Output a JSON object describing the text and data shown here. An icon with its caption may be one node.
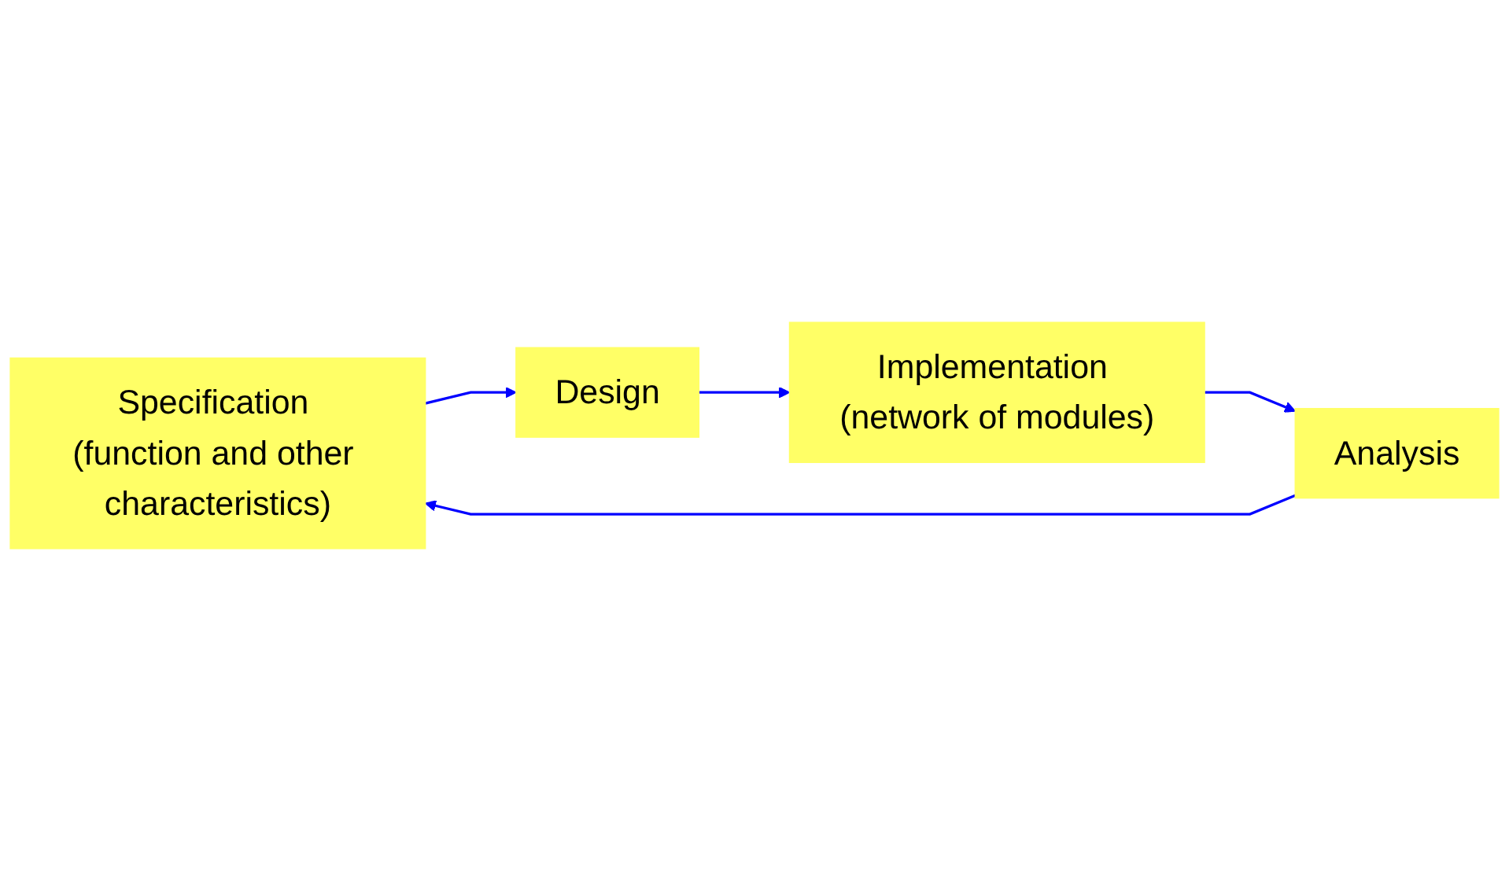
{
  "diagram": {
    "nodes": [
      {
        "text": [
          "Specification (function and other characteristics)"
        ]
      },
      {
        "text": [
          "Design"
        ]
      },
      {
        "text": [
          "Implementation (network of modules)"
        ]
      },
      {
        "text": [
          "Analysis"
        ]
      }
    ],
    "edges": [
      {
        "from": 3,
        "to": 0,
        "arrow": "to"
      },
      {
        "from": 0,
        "to": 1,
        "arrow": "to"
      },
      {
        "from": 1,
        "to": 2,
        "arrow": "to"
      },
      {
        "from": 2,
        "to": 3,
        "arrow": "to"
      }
    ]
  }
}
